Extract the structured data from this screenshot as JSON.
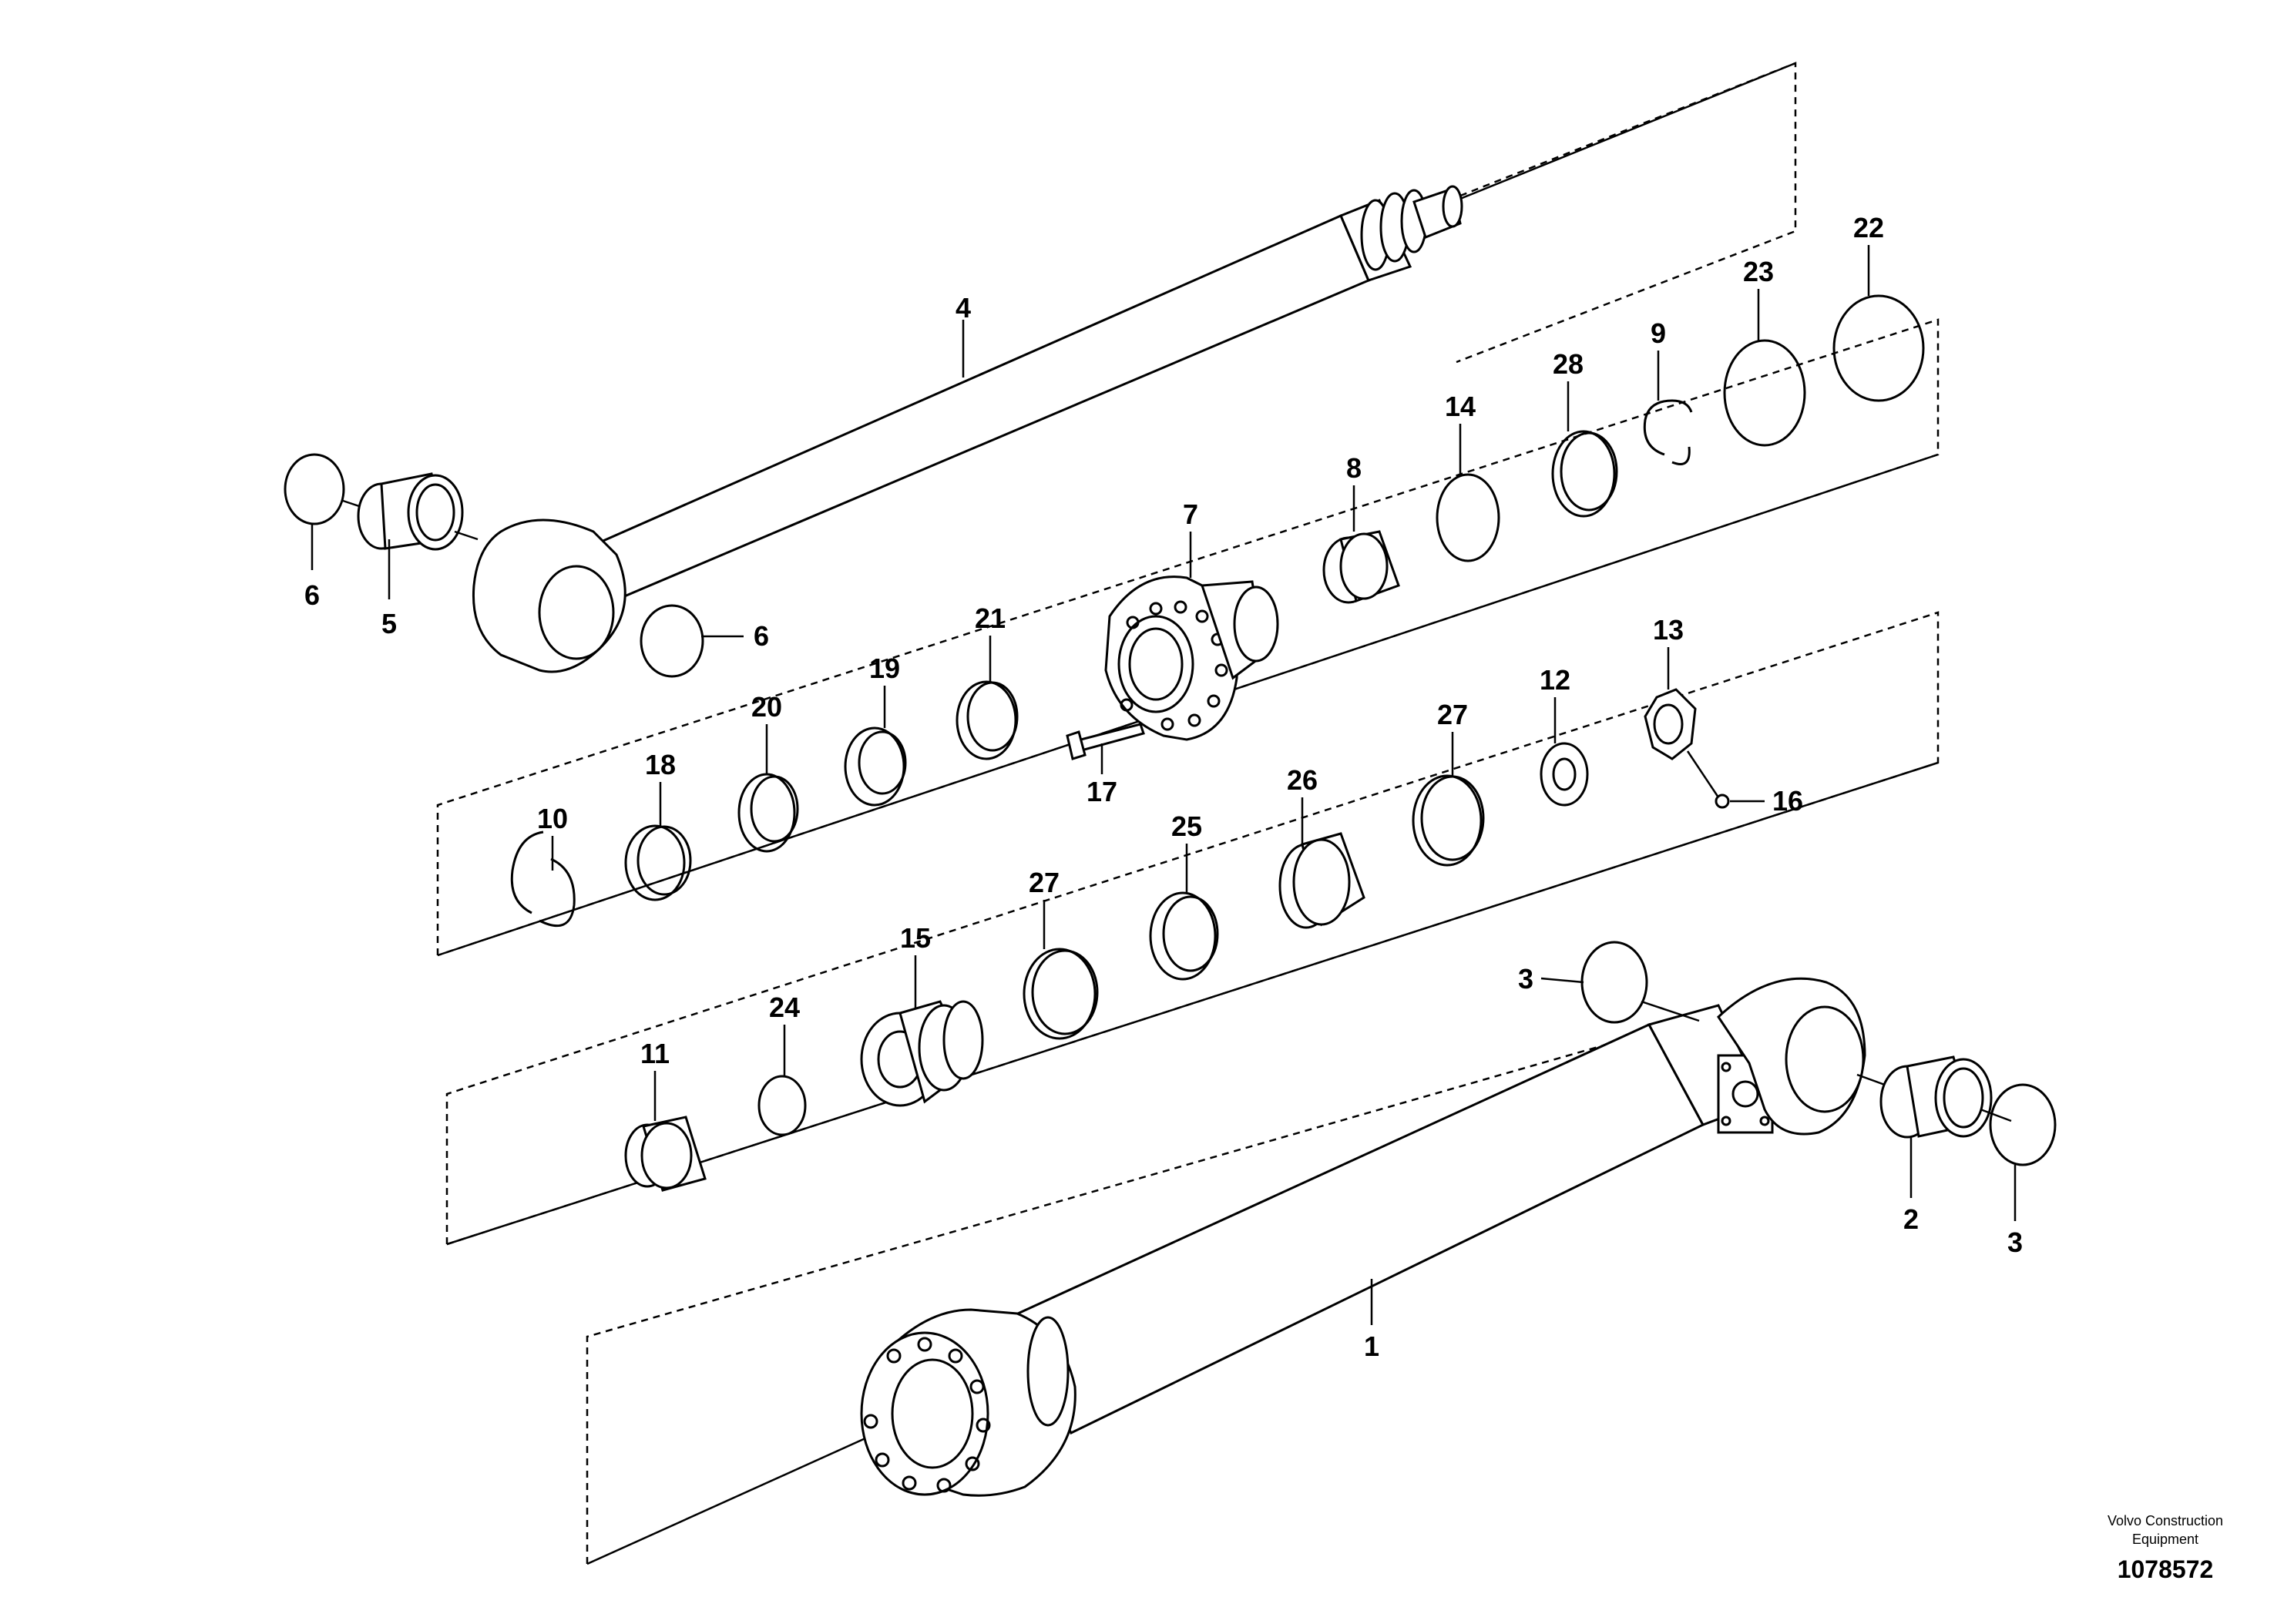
{
  "labels": {
    "l1": "1",
    "l2": "2",
    "l3a": "3",
    "l3b": "3",
    "l4": "4",
    "l5": "5",
    "l6a": "6",
    "l6b": "6",
    "l7": "7",
    "l8": "8",
    "l9": "9",
    "l10": "10",
    "l11": "11",
    "l12": "12",
    "l13": "13",
    "l14": "14",
    "l15": "15",
    "l16": "16",
    "l17": "17",
    "l18": "18",
    "l19": "19",
    "l20": "20",
    "l21": "21",
    "l22": "22",
    "l23": "23",
    "l24": "24",
    "l25": "25",
    "l26": "26",
    "l27a": "27",
    "l27b": "27",
    "l28": "28"
  },
  "footer": {
    "brand_line1": "Volvo Construction",
    "brand_line2": "Equipment",
    "doc_number": "1078572"
  }
}
